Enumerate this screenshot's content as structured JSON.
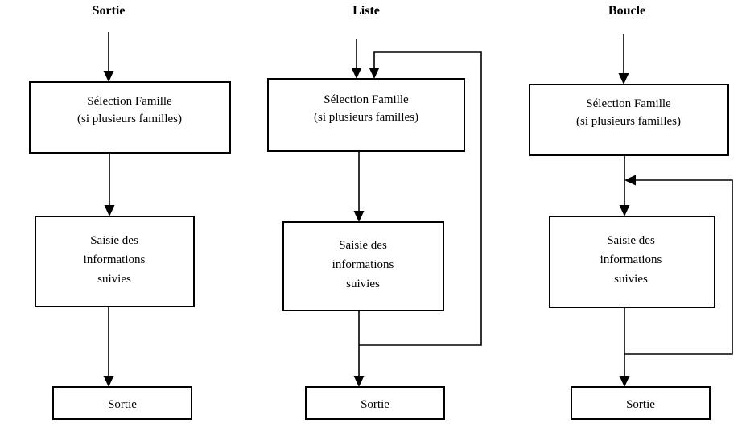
{
  "diagram": {
    "title_mode": "column-headers",
    "background_color": "#ffffff",
    "line_color": "#000000",
    "box_fill": "#ffffff",
    "columns": [
      {
        "id": "sortie",
        "header": "Sortie",
        "nodes": [
          {
            "id": "sortie-selection",
            "lines": [
              "Sélection Famille",
              "(si plusieurs familles)"
            ]
          },
          {
            "id": "sortie-saisie",
            "lines": [
              "Saisie des",
              "informations",
              "suivies"
            ]
          },
          {
            "id": "sortie-end",
            "lines": [
              "Sortie"
            ]
          }
        ],
        "has_feedback_loop": false,
        "loop_target": ""
      },
      {
        "id": "liste",
        "header": "Liste",
        "nodes": [
          {
            "id": "liste-selection",
            "lines": [
              "Sélection Famille",
              "(si plusieurs familles)"
            ]
          },
          {
            "id": "liste-saisie",
            "lines": [
              "Saisie des",
              "informations",
              "suivies"
            ]
          },
          {
            "id": "liste-end",
            "lines": [
              "Sortie"
            ]
          }
        ],
        "has_feedback_loop": true,
        "loop_target": "liste-selection"
      },
      {
        "id": "boucle",
        "header": "Boucle",
        "nodes": [
          {
            "id": "boucle-selection",
            "lines": [
              "Sélection Famille",
              "(si plusieurs familles)"
            ]
          },
          {
            "id": "boucle-saisie",
            "lines": [
              "Saisie des",
              "informations",
              "suivies"
            ]
          },
          {
            "id": "boucle-end",
            "lines": [
              "Sortie"
            ]
          }
        ],
        "has_feedback_loop": true,
        "loop_target": "boucle-saisie"
      }
    ]
  }
}
